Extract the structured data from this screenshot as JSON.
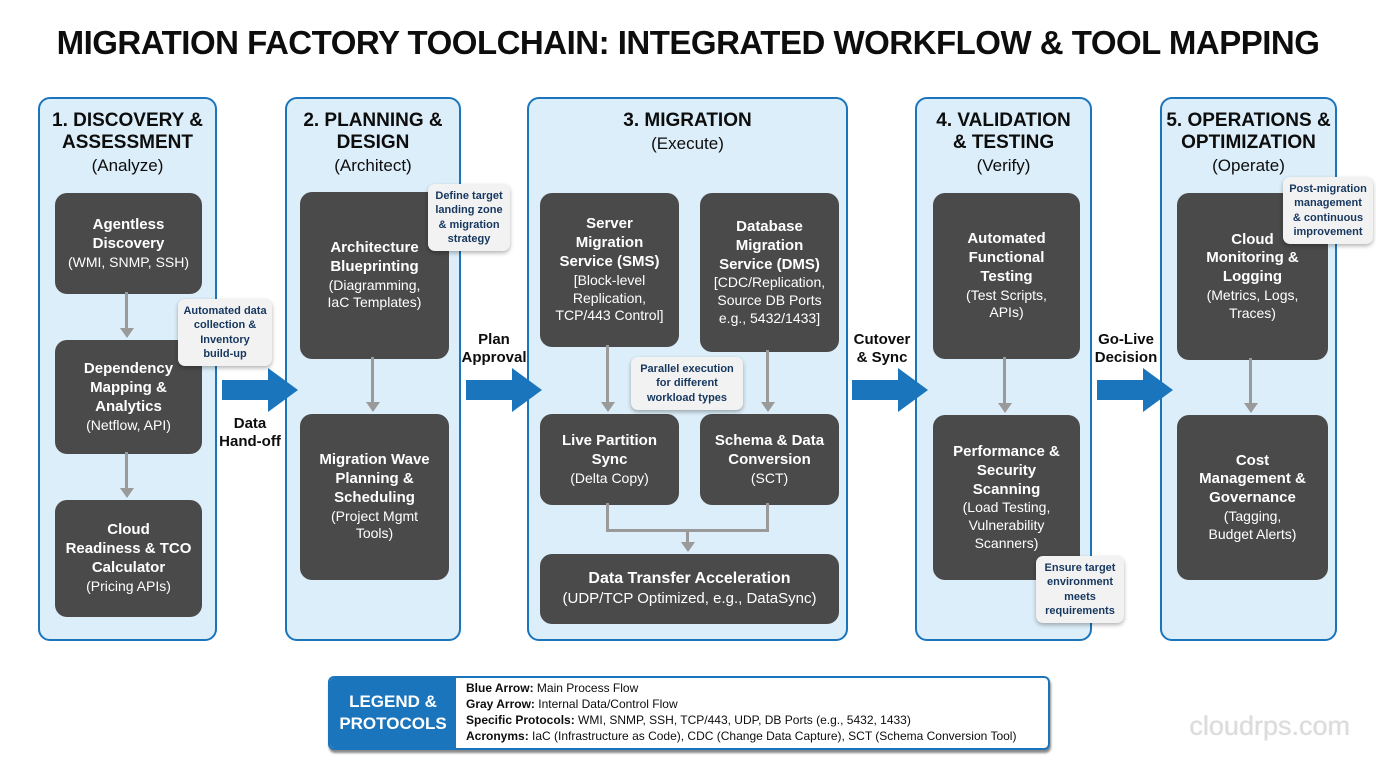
{
  "title": "MIGRATION FACTORY TOOLCHAIN: INTEGRATED WORKFLOW & TOOL MAPPING",
  "watermark": "cloudrps.com",
  "colors": {
    "main_flow_arrow_blue": "#1b75bc",
    "internal_flow_arrow_gray": "#9a9a9a",
    "panel_fill": "#dceef9",
    "panel_border": "#1b75bc",
    "tool_box_fill": "#4a4a4a",
    "note_text_navy": "#16375e"
  },
  "phases": [
    {
      "heading": "1. DISCOVERY &\nASSESSMENT",
      "subheading": "(Analyze)",
      "note": "Automated data\ncollection &\nInventory\nbuild-up",
      "boxes": [
        {
          "title": "Agentless\nDiscovery",
          "detail": "(WMI, SNMP, SSH)"
        },
        {
          "title": "Dependency\nMapping &\nAnalytics",
          "detail": "(Netflow, API)"
        },
        {
          "title": "Cloud\nReadiness & TCO\nCalculator",
          "detail": "(Pricing APIs)"
        }
      ]
    },
    {
      "heading": "2. PLANNING &\nDESIGN",
      "subheading": "(Architect)",
      "note": "Define target\nlanding zone\n& migration\nstrategy",
      "boxes": [
        {
          "title": "Architecture\nBlueprinting",
          "detail": "(Diagramming,\nIaC Templates)"
        },
        {
          "title": "Migration Wave\nPlanning &\nScheduling",
          "detail": "(Project Mgmt\nTools)"
        }
      ]
    },
    {
      "heading": "3. MIGRATION",
      "subheading": "(Execute)",
      "note": "Parallel execution\nfor different\nworkload types",
      "boxes": [
        {
          "title": "Server\nMigration\nService (SMS)",
          "detail": "[Block-level\nReplication,\nTCP/443 Control]"
        },
        {
          "title": "Database\nMigration\nService (DMS)",
          "detail": "[CDC/Replication,\nSource DB Ports\ne.g., 5432/1433]"
        },
        {
          "title": "Live Partition\nSync",
          "detail": "(Delta Copy)"
        },
        {
          "title": "Schema & Data\nConversion",
          "detail": "(SCT)"
        },
        {
          "title": "Data Transfer Acceleration",
          "detail": "(UDP/TCP Optimized, e.g., DataSync)"
        }
      ]
    },
    {
      "heading": "4. VALIDATION\n& TESTING",
      "subheading": "(Verify)",
      "note": "Ensure target\nenvironment\nmeets\nrequirements",
      "boxes": [
        {
          "title": "Automated\nFunctional\nTesting",
          "detail": "(Test Scripts,\nAPIs)"
        },
        {
          "title": "Performance &\nSecurity\nScanning",
          "detail": "(Load Testing,\nVulnerability\nScanners)"
        }
      ]
    },
    {
      "heading": "5. OPERATIONS &\nOPTIMIZATION",
      "subheading": "(Operate)",
      "note": "Post-migration\nmanagement\n& continuous\nimprovement",
      "boxes": [
        {
          "title": "Cloud\nMonitoring &\nLogging",
          "detail": "(Metrics, Logs,\nTraces)"
        },
        {
          "title": "Cost\nManagement &\nGovernance",
          "detail": "(Tagging,\nBudget Alerts)"
        }
      ]
    }
  ],
  "flow_labels": [
    {
      "label": "Data\nHand-off"
    },
    {
      "label": "Plan\nApproval"
    },
    {
      "label": "Cutover\n& Sync"
    },
    {
      "label": "Go-Live\nDecision"
    }
  ],
  "legend": {
    "heading": "LEGEND &\nPROTOCOLS",
    "items": [
      {
        "term": "Blue Arrow:",
        "desc": "Main Process Flow"
      },
      {
        "term": "Gray Arrow:",
        "desc": "Internal Data/Control Flow"
      },
      {
        "term": "Specific Protocols:",
        "desc": "WMI, SNMP, SSH, TCP/443, UDP, DB Ports (e.g., 5432, 1433)"
      },
      {
        "term": "Acronyms:",
        "desc": "IaC (Infrastructure as Code), CDC (Change Data Capture), SCT (Schema Conversion Tool)"
      }
    ]
  }
}
